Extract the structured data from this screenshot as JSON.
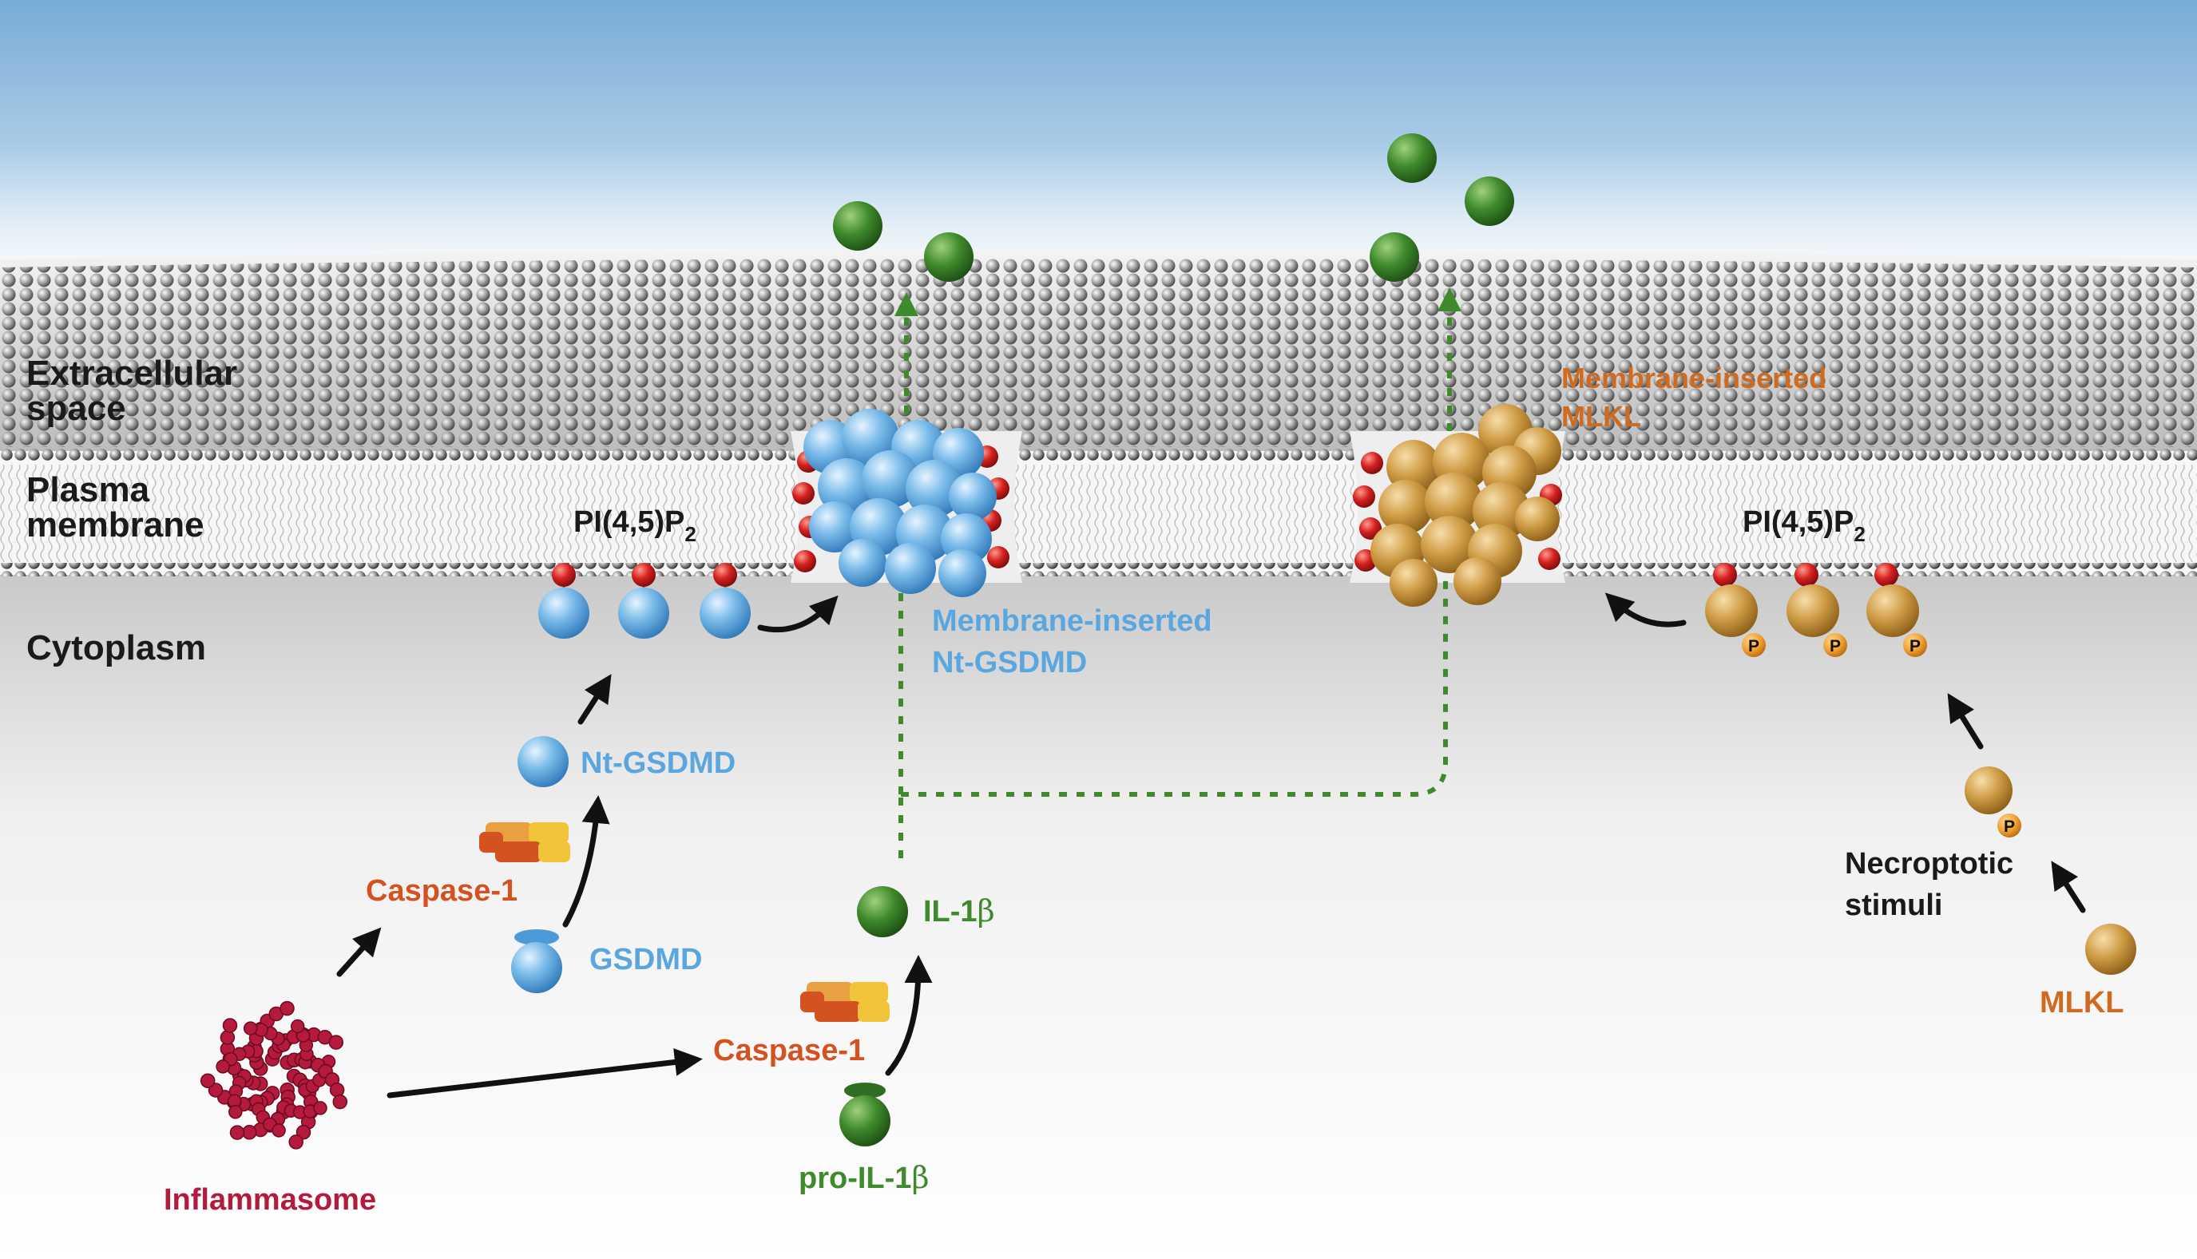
{
  "regions": {
    "extracellular": [
      "Extracellular",
      "space"
    ],
    "plasma_membrane": [
      "Plasma",
      "membrane"
    ],
    "cytoplasm": "Cytoplasm"
  },
  "pyroptosis": {
    "pip2_base": "PI(4,5)P",
    "pip2_sub": "2",
    "pore_label": [
      "Membrane-inserted",
      "Nt-GSDMD"
    ],
    "nt_gsdmd": "Nt-GSDMD",
    "caspase_upper": "Caspase-1",
    "gsdmd": "GSDMD",
    "inflammasome": "Inflammasome",
    "caspase_lower": "Caspase-1",
    "il1b_base": "IL-1",
    "il1b_greek": "β",
    "pro_il1b_base": "pro-IL-1",
    "pro_il1b_greek": "β"
  },
  "necroptosis": {
    "pore_label": [
      "Membrane-inserted",
      "MLKL"
    ],
    "pip2_base": "PI(4,5)P",
    "pip2_sub": "2",
    "necroptotic_stimuli": [
      "Necroptotic",
      "stimuli"
    ],
    "mlkl": "MLKL",
    "phospho": "P"
  },
  "colors": {
    "gsdmd_blue": "#6cb2e6",
    "label_blue": "#5aa6de",
    "caspase_orange": "#d4521f",
    "mlkl_gold": "#c9983e",
    "label_orange": "#d06a1e",
    "il1b_green": "#3f8a2c",
    "inflammasome_red": "#b41a3c",
    "pip2_red": "#d42020",
    "sky_top": "#7fb2d8"
  }
}
